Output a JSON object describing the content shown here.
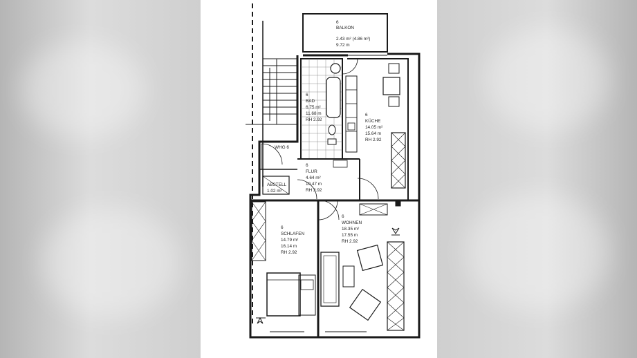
{
  "colors": {
    "ink": "#1a1a1a",
    "paper": "#ffffff",
    "blur_bg": "#cfcfcf"
  },
  "rooms": [
    {
      "id": "balkon",
      "lines": [
        "6",
        "BALKON",
        "2.43 m²  (4.86 m²)",
        "9.72 m"
      ]
    },
    {
      "id": "bad",
      "lines": [
        "6",
        "BAD",
        "6.75 m²",
        "11.68 m",
        "RH 2.92"
      ]
    },
    {
      "id": "kueche",
      "lines": [
        "6",
        "KÜCHE",
        "14.05 m²",
        "15.64 m",
        "RH 2.92"
      ]
    },
    {
      "id": "wc",
      "lines": [
        "WHG 6"
      ]
    },
    {
      "id": "flur",
      "lines": [
        "6",
        "FLUR",
        "4.64 m²",
        "10.47 m",
        "RH 2.92"
      ]
    },
    {
      "id": "abstell",
      "lines": [
        "ABSTELL",
        "1.02 m²"
      ]
    },
    {
      "id": "schlafen",
      "lines": [
        "6",
        "SCHLAFEN",
        "14.79 m²",
        "16.14 m",
        "RH 2.92"
      ]
    },
    {
      "id": "wohnen",
      "lines": [
        "6",
        "WOHNEN",
        "18.35 m²",
        "17.55 m",
        "RH 2.92"
      ]
    }
  ]
}
